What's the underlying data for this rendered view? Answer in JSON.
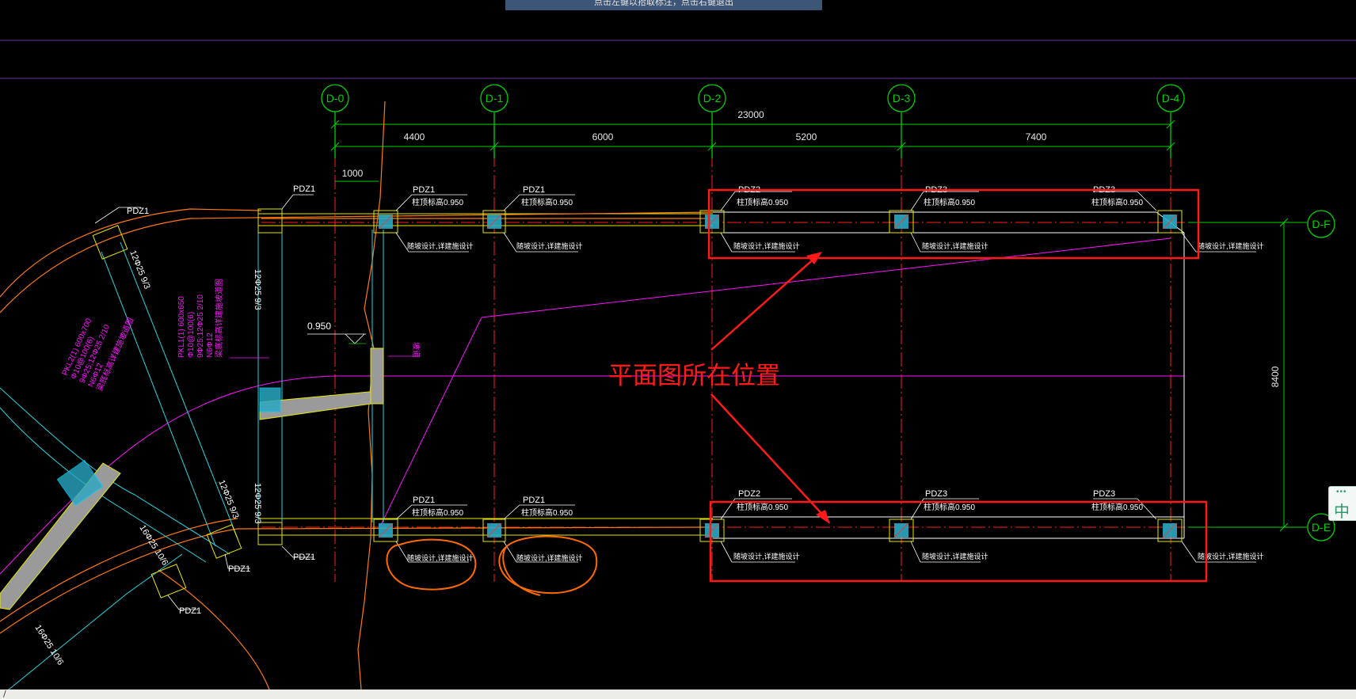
{
  "status_tip": "点击左键以拾取标注，点击右键退出",
  "ime_indicator": {
    "label": "中",
    "dots": "•••"
  },
  "command_line": {
    "text": "/"
  },
  "colors": {
    "background": "#000000",
    "axis_green": "#00d200",
    "axis_red": "#ff2020",
    "beam_orange": "#ff7a10",
    "beam_cyan": "#26d7e6",
    "beam_yellow": "#e6e600",
    "magenta": "#ff10ff",
    "annotation_red": "#ff1a1a",
    "white": "#ffffff",
    "gray_fill": "#9a9a9a",
    "column_cyan": "#2aa8c2"
  },
  "axes": {
    "top_labels": [
      "D-0",
      "D-1",
      "D-2",
      "D-3",
      "D-4"
    ],
    "right_labels": [
      "D-F",
      "D-E"
    ]
  },
  "dimensions": {
    "overall": "23000",
    "spans": [
      "4400",
      "6000",
      "5200",
      "7400"
    ],
    "offset": "1000",
    "vertical": "8400",
    "elevation": "0.950"
  },
  "column_tags": {
    "top_row": [
      {
        "name": "PDZ1",
        "note": "柱顶标高0.950",
        "design": "随坡设计,详建施设计"
      },
      {
        "name": "PDZ1",
        "note": "柱顶标高0.950",
        "design": "随坡设计,详建施设计"
      },
      {
        "name": "PDZ2",
        "note": "柱顶标高0.950",
        "design": "随坡设计,详建施设计"
      },
      {
        "name": "PDZ3",
        "note": "柱顶标高0.950",
        "design": "随坡设计,详建施设计"
      },
      {
        "name": "PDZ3",
        "note": "柱顶标高0.950",
        "design": "随坡设计,详建施设计"
      }
    ],
    "bottom_row": [
      {
        "name": "PDZ1",
        "note": "柱顶标高0.950",
        "design": "随坡设计,详建施设计"
      },
      {
        "name": "PDZ1",
        "note": "柱顶标高0.950",
        "design": "随坡设计,详建施设计"
      },
      {
        "name": "PDZ2",
        "note": "柱顶标高0.950",
        "design": "随坡设计,详建施设计"
      },
      {
        "name": "PDZ3",
        "note": "柱顶标高0.950",
        "design": "随坡设计,详建施设计"
      },
      {
        "name": "PDZ3",
        "note": "柱顶标高0.950",
        "design": "随坡设计,详建施设计"
      }
    ],
    "left_tags": [
      "PDZ1",
      "PDZ1",
      "PDZ1",
      "PDZ1",
      "PDZ1"
    ]
  },
  "beam_notes": {
    "rebar_1": "12Φ25 9/3",
    "rebar_2": "12Φ25 9/3",
    "rebar_3": "12Φ25 9/3",
    "rebar_4": "16Φ25 10/6",
    "rebar_5": "16Φ25 10/6",
    "pkl1": [
      "PKL1(1) 600x650",
      "Φ10@100(6)",
      "9Φ25;12Φ25 2/10",
      "N6Φ12",
      "梁底标高详建施坡道图"
    ],
    "pkl2": [
      "PKL2(1) 600x700",
      "Φ10@100(6)",
      "9Φ25;12Φ25 2/10",
      "N6Φ12",
      "梁底标高详建施坡道图"
    ],
    "slope_note": "坡道"
  },
  "annotation": {
    "label": "平面图所在位置"
  }
}
